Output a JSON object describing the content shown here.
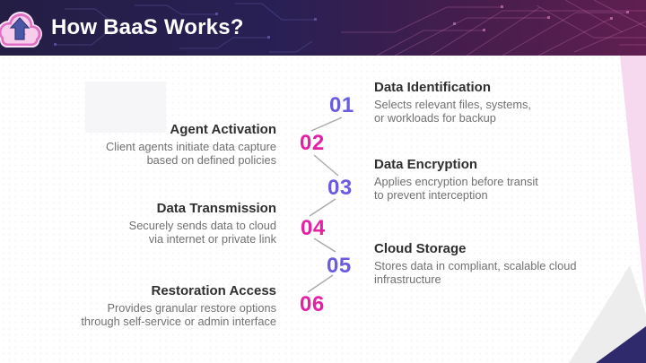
{
  "header": {
    "title": "How BaaS Works?",
    "icon": "cloud-upload-icon",
    "background_left": "#241e45",
    "background_right": "#601f50",
    "title_color": "#ffffff"
  },
  "steps": [
    {
      "number": "01",
      "title": "Data Identification",
      "description": "Selects relevant files, systems,\nor workloads for backup",
      "column": "right"
    },
    {
      "number": "02",
      "title": "Agent Activation",
      "description": "Client agents initiate data capture\nbased on defined policies",
      "column": "left"
    },
    {
      "number": "03",
      "title": "Data Encryption",
      "description": "Applies encryption before transit\nto prevent interception",
      "column": "right"
    },
    {
      "number": "04",
      "title": "Data Transmission",
      "description": "Securely sends data to cloud\nvia internet or private link",
      "column": "left"
    },
    {
      "number": "05",
      "title": "Cloud Storage",
      "description": "Stores data in compliant, scalable cloud\ninfrastructure",
      "column": "right"
    },
    {
      "number": "06",
      "title": "Restoration Access",
      "description": "Provides granular restore options\nthrough self-service or admin interface",
      "column": "left"
    }
  ],
  "colors": {
    "number_odd": "#6a5ce1",
    "number_even": "#e421a3",
    "heading_text": "#2f2f2f",
    "body_text": "#717171",
    "connector_line": "#aaaaae",
    "accent_pink_strip": "#f6d9ee",
    "accent_gray_triangle": "#ededee",
    "accent_navy_triangle": "#2f2a6b",
    "cloud_fill": "#f8cdec",
    "cloud_outline": "#e06ec4",
    "arrow_fill": "#4a56a6"
  }
}
